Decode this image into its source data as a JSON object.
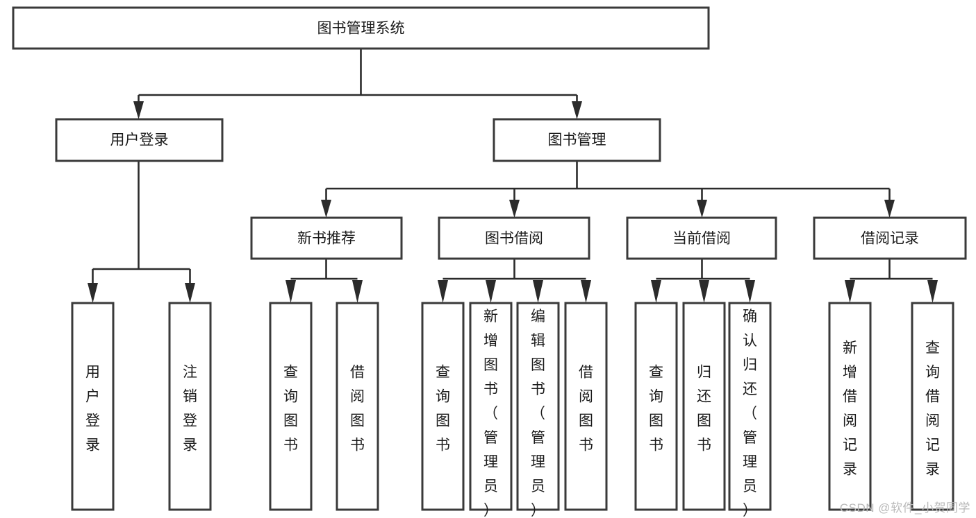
{
  "diagram": {
    "type": "tree-hierarchy",
    "orientation": "top-down",
    "root": {
      "id": "root",
      "label": "图书管理系统"
    },
    "level1": [
      {
        "id": "user-login",
        "label": "用户登录"
      },
      {
        "id": "book-manage",
        "label": "图书管理"
      }
    ],
    "level2": [
      {
        "id": "new-book-rec",
        "label": "新书推荐",
        "parent": "book-manage"
      },
      {
        "id": "book-borrow",
        "label": "图书借阅",
        "parent": "book-manage"
      },
      {
        "id": "current-borrow",
        "label": "当前借阅",
        "parent": "book-manage"
      },
      {
        "id": "borrow-record",
        "label": "借阅记录",
        "parent": "book-manage"
      }
    ],
    "leaves": [
      {
        "id": "leaf-user-login",
        "label": "用户登录",
        "parent": "user-login"
      },
      {
        "id": "leaf-logout",
        "label": "注销登录",
        "parent": "user-login"
      },
      {
        "id": "leaf-query-book-1",
        "label": "查询图书",
        "parent": "new-book-rec"
      },
      {
        "id": "leaf-borrow-book-1",
        "label": "借阅图书",
        "parent": "new-book-rec"
      },
      {
        "id": "leaf-query-book-2",
        "label": "查询图书",
        "parent": "book-borrow"
      },
      {
        "id": "leaf-add-book",
        "label": "新增图书（管理员）",
        "parent": "book-borrow"
      },
      {
        "id": "leaf-edit-book",
        "label": "编辑图书（管理员）",
        "parent": "book-borrow"
      },
      {
        "id": "leaf-borrow-book-2",
        "label": "借阅图书",
        "parent": "book-borrow"
      },
      {
        "id": "leaf-query-book-3",
        "label": "查询图书",
        "parent": "current-borrow"
      },
      {
        "id": "leaf-return-book",
        "label": "归还图书",
        "parent": "current-borrow"
      },
      {
        "id": "leaf-confirm-return",
        "label": "确认归还（管理员）",
        "parent": "current-borrow"
      },
      {
        "id": "leaf-add-record",
        "label": "新增借阅记录",
        "parent": "borrow-record"
      },
      {
        "id": "leaf-query-record",
        "label": "查询借阅记录",
        "parent": "borrow-record"
      }
    ],
    "colors": {
      "box_stroke": "#3a3a3a",
      "box_fill": "#ffffff",
      "connector": "#2b2b2b",
      "text": "#1a1a1a",
      "background": "#ffffff",
      "watermark": "#b9b9b9"
    }
  },
  "watermark": {
    "text": "CSDN @软件_小贺同学"
  }
}
